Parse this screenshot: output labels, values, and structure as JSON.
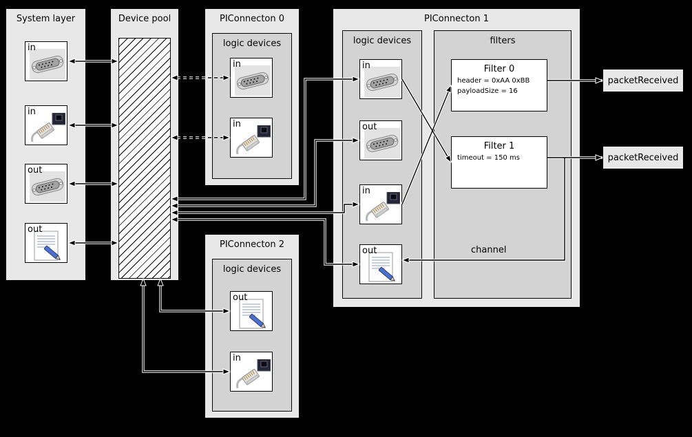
{
  "system_layer": {
    "title": "System layer",
    "devices": [
      {
        "label": "in",
        "icon": "serial-connector"
      },
      {
        "label": "in",
        "icon": "ethernet-connector"
      },
      {
        "label": "out",
        "icon": "serial-connector"
      },
      {
        "label": "out",
        "icon": "script-document"
      }
    ]
  },
  "device_pool": {
    "title": "Device pool"
  },
  "piconnecton0": {
    "title": "PIConnecton 0",
    "logic_devices_title": "logic devices",
    "devices": [
      {
        "label": "in",
        "icon": "serial-connector"
      },
      {
        "label": "in",
        "icon": "ethernet-connector"
      }
    ]
  },
  "piconnecton1": {
    "title": "PIConnecton 1",
    "logic_devices_title": "logic devices",
    "filters_title": "filters",
    "devices": [
      {
        "label": "in",
        "icon": "serial-connector"
      },
      {
        "label": "out",
        "icon": "serial-connector"
      },
      {
        "label": "in",
        "icon": "ethernet-connector"
      },
      {
        "label": "out",
        "icon": "script-document"
      }
    ],
    "filters": [
      {
        "title": "Filter 0",
        "params": [
          "header = 0xAA 0xBB",
          "payloadSize = 16"
        ]
      },
      {
        "title": "Filter 1",
        "params": [
          "timeout = 150 ms"
        ]
      }
    ],
    "channel_label": "channel"
  },
  "piconnecton2": {
    "title": "PIConnecton 2",
    "logic_devices_title": "logic devices",
    "devices": [
      {
        "label": "out",
        "icon": "script-document"
      },
      {
        "label": "in",
        "icon": "ethernet-connector"
      }
    ]
  },
  "events": [
    {
      "label": "packetReceived"
    },
    {
      "label": "packetReceived"
    }
  ],
  "colors": {
    "background": "#000000",
    "panel": "#e8e8e8",
    "inner_panel": "#d3d3d3",
    "device": "#ffffff",
    "wire": "#000000",
    "wire_casing": "#ffffff"
  }
}
